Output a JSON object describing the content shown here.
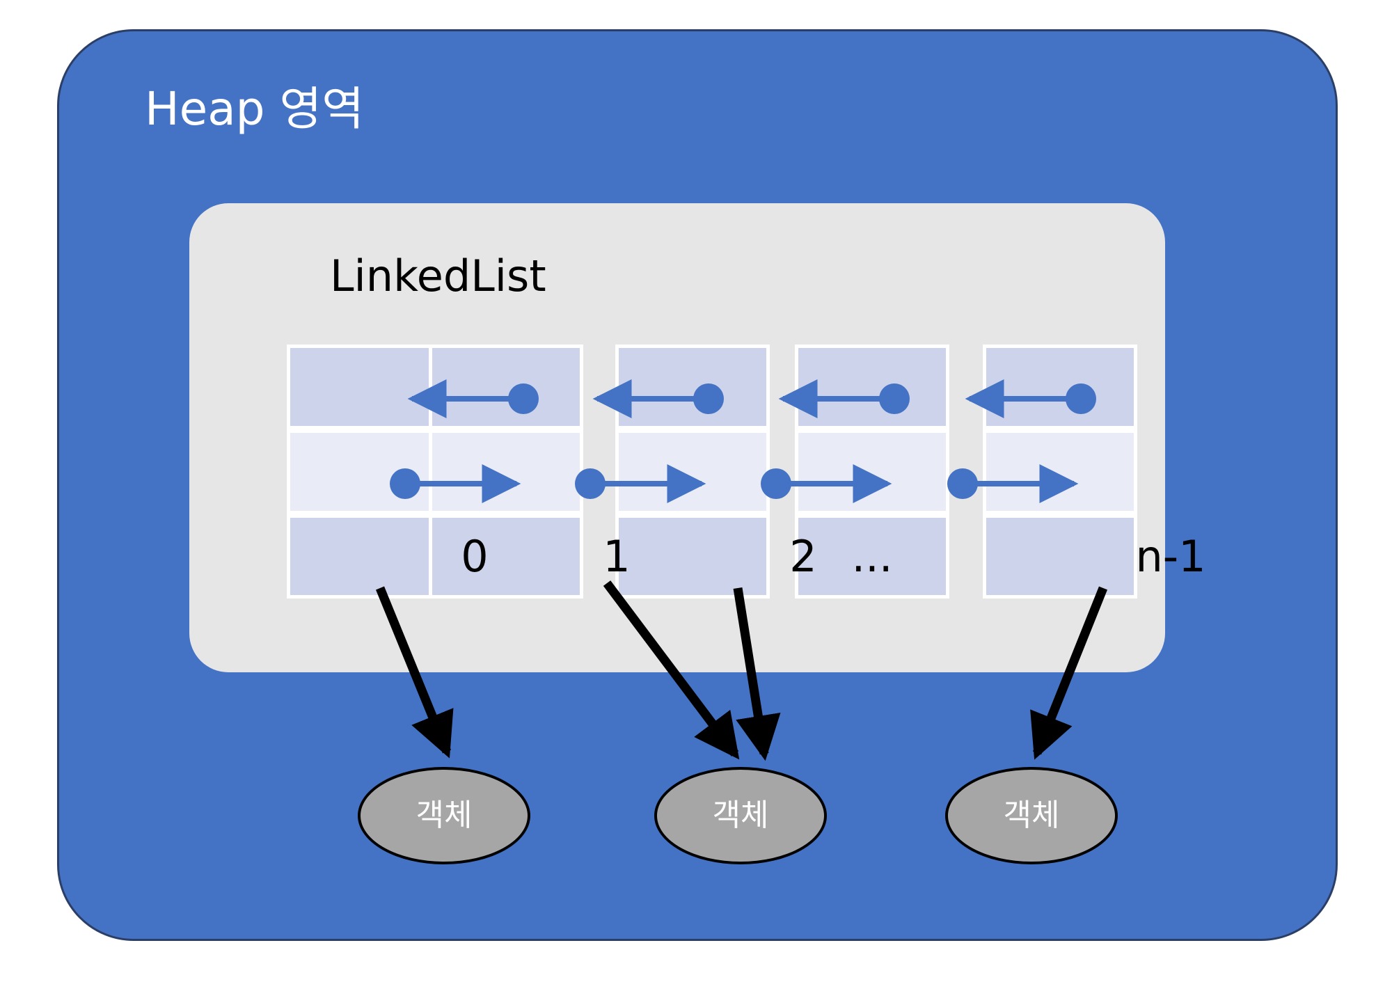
{
  "diagram": {
    "title": "Heap 영역",
    "colors": {
      "heap_background": "#4472C4",
      "panel_background": "#E7E6E6",
      "node_pointer_cell": "#CDD3EA",
      "node_next_cell": "#E9ECF7",
      "arrow": "#4472C4",
      "object_fill": "#A6A6A6",
      "object_text": "#FFFFFF",
      "text": "#000000"
    },
    "structure": {
      "label": "LinkedList",
      "node_rows": [
        "prev-pointer",
        "next-pointer",
        "value"
      ],
      "nodes": [
        {
          "value": "0",
          "has_prev_pointer": false,
          "has_next_pointer": true,
          "points_to_object": true
        },
        {
          "value": "1",
          "has_prev_pointer": true,
          "has_next_pointer": true,
          "points_to_object": true
        },
        {
          "value": "2",
          "has_prev_pointer": true,
          "has_next_pointer": true,
          "points_to_object": true
        },
        {
          "value": "...",
          "has_prev_pointer": true,
          "has_next_pointer": true,
          "points_to_object": false
        },
        {
          "value": "n-1",
          "has_prev_pointer": true,
          "has_next_pointer": false,
          "points_to_object": true
        }
      ]
    },
    "objects": [
      {
        "label": "객체"
      },
      {
        "label": "객체"
      },
      {
        "label": "객체"
      }
    ]
  }
}
